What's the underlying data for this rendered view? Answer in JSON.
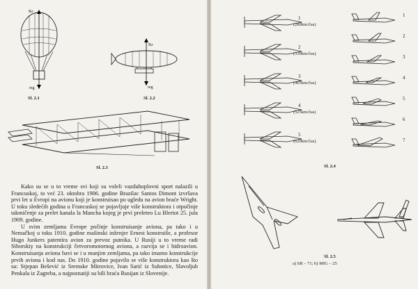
{
  "left_page": {
    "fig_2_1": {
      "caption": "Sl. 2.1",
      "force_up": "Rz",
      "force_down": "mg"
    },
    "fig_2_2": {
      "caption": "Sl. 2.2",
      "force_up": "Rz",
      "force_down": "mg"
    },
    "fig_2_3": {
      "caption": "Sl. 2.3"
    },
    "paragraphs": [
      "Kako su se u to vreme svi koji su voleli vazduhoplovni sport nalazili u Francuskoj, to već 23. oktobra 1906. godine Brazilac Santos Dimont izvršava prvi let u Evropi na avionu koji je konstruisao po ugledu na avion braće Wright. U toku sledećih godina u Francuskoj se pojavljuje više konstruktora i otpočinje takmičenje za prelet kanala la Mancha kojeg je prvi preleteo Lu Bleriot 25. jula 1909. godine.",
      "U svim zemljama Evrope počinje konstruisanje aviona, pa tako i u Nemačkoj u toku 1910. godine mašinski inženjer Ernest konstruiše, a profesor Hugo Junkers patentira avion za prevoz putnika. U Rusiji u to vreme radi Sihorskiy na konstrukciji četvoromotornog aviona, a razvija se i hidroavion. Konstruisanja aviona bavi se i u manjim zemljama, pa tako imamo konstrukcije prvih aviona i kod nas. Do 1910. godine pojavilo se više konstruktora kao što su: Stjepan Bešević iz Sremske Mitrovice, Ivan Sarić iz Subotice, Slavoljub Penkala iz Zagreba, a najpoznatiji su bili braća Rusijan iz Slovenije."
    ]
  },
  "right_page": {
    "fig_2_4": {
      "caption": "Sl. 2.4",
      "prop_planes": [
        {
          "number": "1",
          "speed": "(280km/čas)"
        },
        {
          "number": "2",
          "speed": "(330km/čas)"
        },
        {
          "number": "3",
          "speed": "(405km/čas)"
        },
        {
          "number": "4",
          "speed": "(525km/čas)"
        },
        {
          "number": "5",
          "speed": "(620km/čas)"
        }
      ],
      "jet_numbers": [
        "1",
        "2",
        "3",
        "4",
        "5",
        "6",
        "7"
      ]
    },
    "fig_2_5": {
      "caption": "Sl. 2.5",
      "sub_caption": "a) SR – 71; b) MIG – 25"
    }
  }
}
